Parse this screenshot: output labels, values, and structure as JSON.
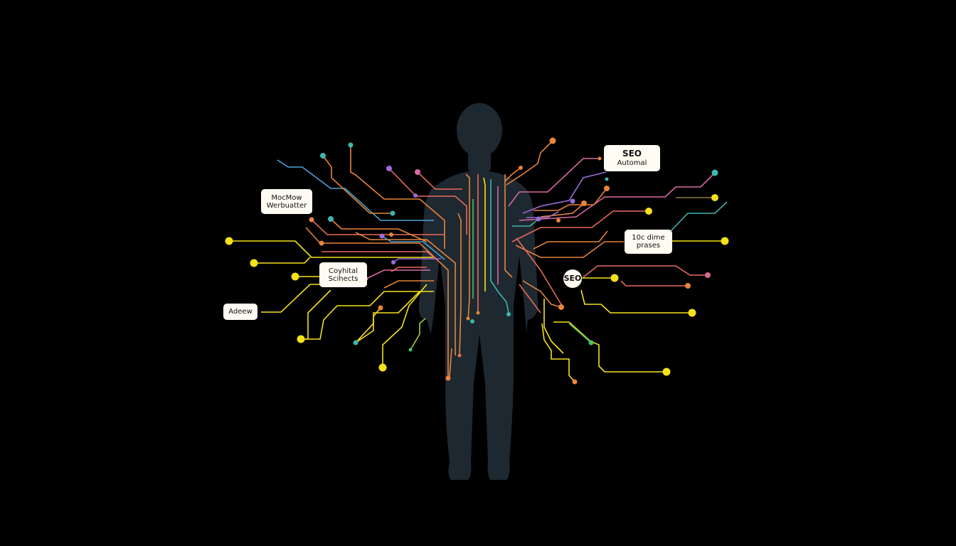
{
  "scene": {
    "background": "#000000",
    "figure_color": "#1e2830",
    "description": "Dark human silhouette with colored circuit-trace lines radiating outward to labeled nodes"
  },
  "colors": {
    "yellow": "#f5e11a",
    "orange": "#e8843a",
    "salmon": "#e86a5a",
    "pink": "#d76aa0",
    "purple": "#9b6cd8",
    "teal": "#3fb6ae",
    "blue": "#4aa3d8",
    "green": "#4fbf6a",
    "label_bg": "#fdfbf2"
  },
  "labels": [
    {
      "id": "seo-automal",
      "line1": "SEO",
      "line2": "Automal"
    },
    {
      "id": "mocmow",
      "line1": "MocMow",
      "line2": "Werbuatter"
    },
    {
      "id": "toc-dime",
      "line1": "10c dime",
      "line2": "prases"
    },
    {
      "id": "coyhital",
      "line1": "Coyhital",
      "line2": "Scihects"
    },
    {
      "id": "adeew",
      "line1": "Adeew"
    },
    {
      "id": "seo-circle",
      "line1": "SEO"
    }
  ]
}
